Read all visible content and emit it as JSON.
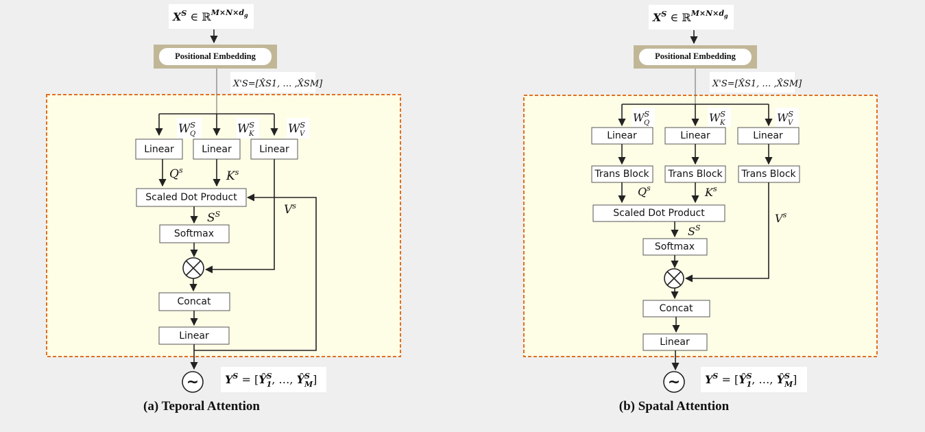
{
  "left": {
    "input_label": "X^S ∈ ℝ^(M×N×d_g)",
    "input_main": "X",
    "input_sup": "S",
    "input_rest": " ∈ ℝ",
    "input_dims": "M×N×d",
    "input_dims_sub": "g",
    "pos_embedding": "Positional Embedding",
    "embed_out": "X'S=[X̂S1, … ,X̂SM]",
    "wq": "W",
    "wq_sup": "S",
    "wq_sub": "Q",
    "wk": "W",
    "wk_sup": "S",
    "wk_sub": "K",
    "wv": "W",
    "wv_sup": "S",
    "wv_sub": "V",
    "linear_q": "Linear",
    "linear_k": "Linear",
    "linear_v": "Linear",
    "q": "Q",
    "q_sup": "s",
    "k": "K",
    "k_sup": "s",
    "v": "V",
    "v_sup": "s",
    "s": "S",
    "s_sup": "S",
    "scaled_dot": "Scaled Dot Product",
    "softmax": "Softmax",
    "concat": "Concat",
    "linear_out": "Linear",
    "output": "Y^S = [Ŷ^S_1, …, Ŷ^S_M]",
    "caption": "(a)  Teporal  Attention"
  },
  "right": {
    "input_main": "X",
    "input_sup": "S",
    "input_rest": " ∈ ℝ",
    "input_dims": "M×N×d",
    "input_dims_sub": "g",
    "pos_embedding": "Positional Embedding",
    "embed_out": "X'S=[X̂S1, … ,X̂SM]",
    "wq": "W",
    "wq_sup": "S",
    "wq_sub": "Q",
    "wk": "W",
    "wk_sup": "S",
    "wk_sub": "K",
    "wv": "W",
    "wv_sup": "S",
    "wv_sub": "V",
    "linear_q": "Linear",
    "linear_k": "Linear",
    "linear_v": "Linear",
    "trans_q": "Trans Block",
    "trans_k": "Trans Block",
    "trans_v": "Trans Block",
    "q": "Q",
    "q_sup": "s",
    "k": "K",
    "k_sup": "s",
    "v": "V",
    "v_sup": "s",
    "s": "S",
    "s_sup": "S",
    "scaled_dot": "Scaled Dot Product",
    "softmax": "Softmax",
    "concat": "Concat",
    "linear_out": "Linear",
    "caption": "(b)  Spatal  Attention"
  },
  "symbols": {
    "multiply": "⊗",
    "tilde": "~"
  }
}
